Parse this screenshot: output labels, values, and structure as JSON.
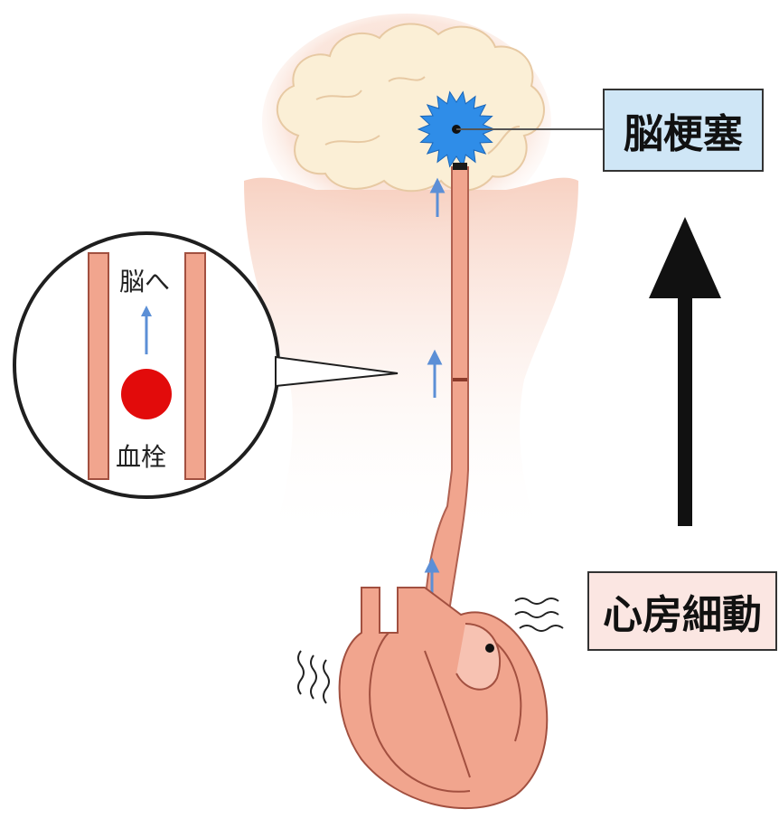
{
  "labels": {
    "stroke": "脳梗塞",
    "atrial_fibrillation": "心房細動"
  },
  "inset": {
    "to_brain": "脳へ",
    "thrombus": "血栓"
  },
  "colors": {
    "brain_fill": "#fbefd6",
    "head_silhouette": "#f7d6c8",
    "artery": "#f1a58e",
    "artery_stroke": "#b06050",
    "infarct": "#2f8de8",
    "thrombus": "#e20b0b",
    "flow_arrow": "#5c8fd6",
    "stroke_label_bg": "#cfe6f6",
    "af_label_bg": "#fbe6e2",
    "big_arrow": "#111111"
  }
}
